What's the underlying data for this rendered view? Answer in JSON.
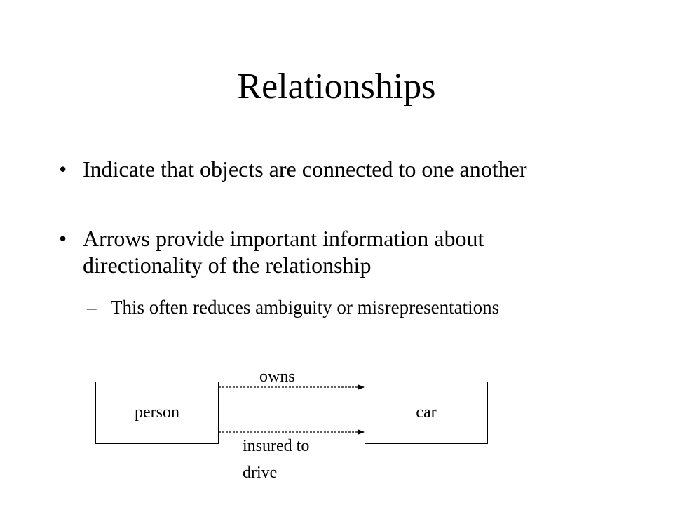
{
  "slide": {
    "title": "Relationships",
    "bullets": [
      {
        "marker": "•",
        "text": "Indicate that objects are connected to one another"
      },
      {
        "marker": "•",
        "text": "Arrows provide important information about directionality of the relationship"
      }
    ],
    "subbullets": [
      {
        "marker": "–",
        "text": "This often reduces ambiguity or misrepresentations"
      }
    ]
  },
  "diagram": {
    "nodes": [
      {
        "id": "person",
        "label": "person"
      },
      {
        "id": "car",
        "label": "car"
      }
    ],
    "edges": [
      {
        "from": "person",
        "to": "car",
        "label": "owns",
        "style": "dashed"
      },
      {
        "from": "person",
        "to": "car",
        "label": "insured to drive",
        "style": "dashed"
      }
    ]
  }
}
